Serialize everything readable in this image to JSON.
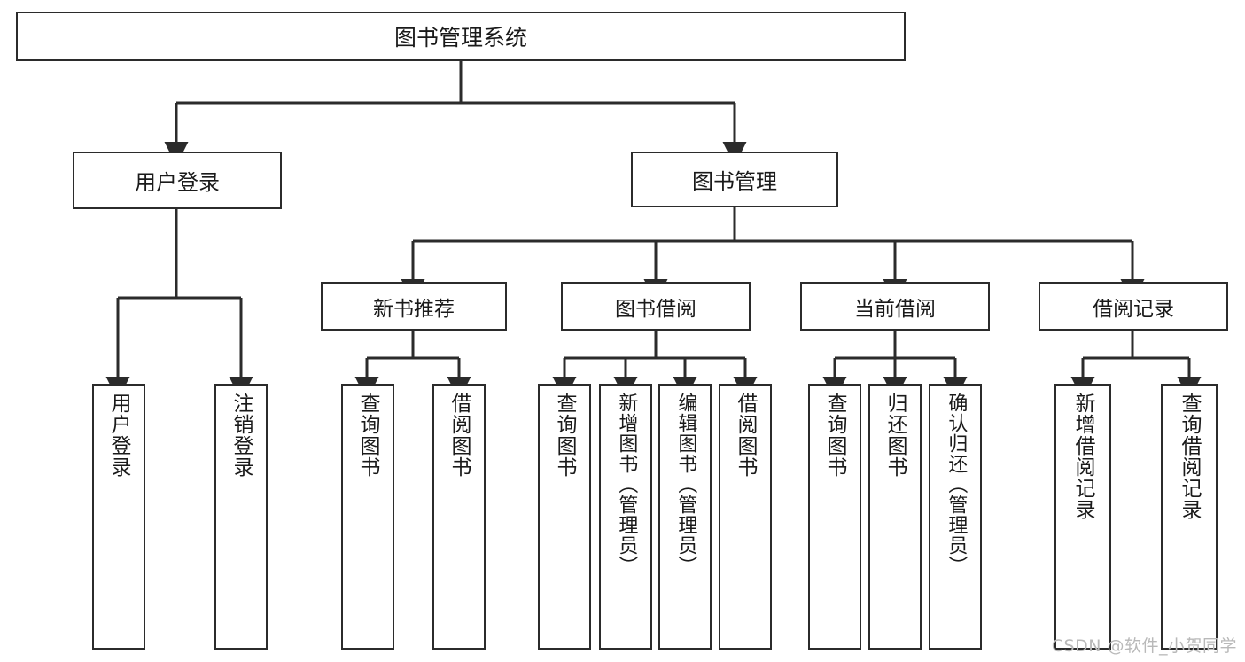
{
  "diagram": {
    "type": "tree-hierarchy-chart",
    "title": "图书管理系统",
    "watermark": "CSDN @软件_小贺同学",
    "colors": {
      "stroke": "#2b2b2b",
      "background": "#ffffff",
      "text": "#1a1a1a",
      "watermark": "#b9b9b9"
    },
    "nodes": {
      "root": {
        "label": "图书管理系统"
      },
      "level1": [
        {
          "id": "user-login",
          "label": "用户登录"
        },
        {
          "id": "book-management",
          "label": "图书管理"
        }
      ],
      "level2": [
        {
          "id": "new-book-recommend",
          "label": "新书推荐"
        },
        {
          "id": "book-borrow",
          "label": "图书借阅"
        },
        {
          "id": "current-borrow",
          "label": "当前借阅"
        },
        {
          "id": "borrow-record",
          "label": "借阅记录"
        }
      ],
      "leaves": {
        "user-login": [
          {
            "id": "leaf-user-login",
            "label": "用户登录"
          },
          {
            "id": "leaf-logout-login",
            "label": "注销登录"
          }
        ],
        "new-book-recommend": [
          {
            "id": "leaf-query-book-1",
            "label": "查询图书"
          },
          {
            "id": "leaf-borrow-book-1",
            "label": "借阅图书"
          }
        ],
        "book-borrow": [
          {
            "id": "leaf-query-book-2",
            "label": "查询图书"
          },
          {
            "id": "leaf-add-book",
            "label": "新增图书（管理员）"
          },
          {
            "id": "leaf-edit-book",
            "label": "编辑图书（管理员）"
          },
          {
            "id": "leaf-borrow-book-2",
            "label": "借阅图书"
          }
        ],
        "current-borrow": [
          {
            "id": "leaf-query-book-3",
            "label": "查询图书"
          },
          {
            "id": "leaf-return-book",
            "label": "归还图书"
          },
          {
            "id": "leaf-confirm-return",
            "label": "确认归还（管理员）"
          }
        ],
        "borrow-record": [
          {
            "id": "leaf-add-record",
            "label": "新增借阅记录"
          },
          {
            "id": "leaf-query-record",
            "label": "查询借阅记录"
          }
        ]
      }
    }
  }
}
